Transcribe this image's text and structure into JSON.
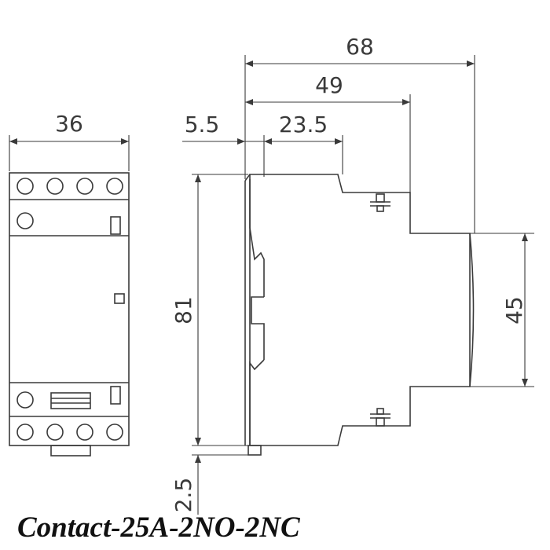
{
  "dimensions": {
    "front_width": "36",
    "overall_depth": "68",
    "mid_depth": "49",
    "rail_offset": "5.5",
    "step_depth": "23.5",
    "height": "81",
    "rail_height": "45",
    "clip": "2.5"
  },
  "caption": "Contact-25A-2NO-2NC",
  "colors": {
    "line": "#3a3a3a",
    "caption": "#111111"
  }
}
